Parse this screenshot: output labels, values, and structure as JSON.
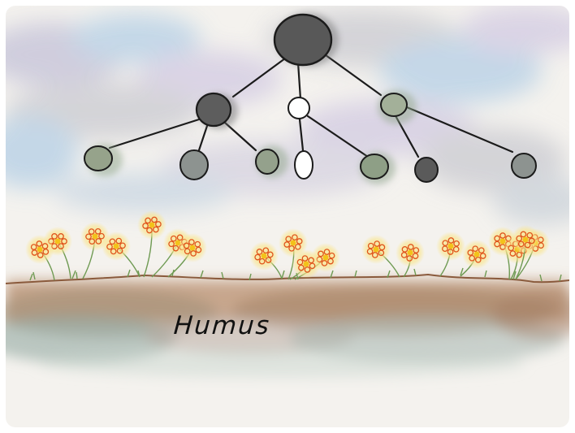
{
  "illustration": {
    "caption": "Humus",
    "palette": {
      "paper": "#f4f2ee",
      "cloud_blue": "#bcd3e6",
      "cloud_lavender": "#d6cfe3",
      "cloud_gray": "#cfcfd4",
      "node_dark": "#585858",
      "node_green": "#8f9e85",
      "node_gray": "#8d9390",
      "node_white": "#ffffff",
      "ink": "#1b1b1b",
      "soil": "#a97f60",
      "soil_shadow": "#7f9a90",
      "petal": "#e0541b",
      "flower_glow": "#f9e58e",
      "flower_center": "#f3c21a",
      "stem": "#6e9a52"
    },
    "tree": {
      "root": "dark",
      "children": [
        {
          "fill": "dark",
          "leaves": [
            "green",
            "gray",
            "green"
          ]
        },
        {
          "fill": "white",
          "leaves": [
            "white",
            "green"
          ]
        },
        {
          "fill": "green",
          "leaves": [
            "dark",
            "gray"
          ]
        }
      ]
    },
    "flower_count": 19
  }
}
